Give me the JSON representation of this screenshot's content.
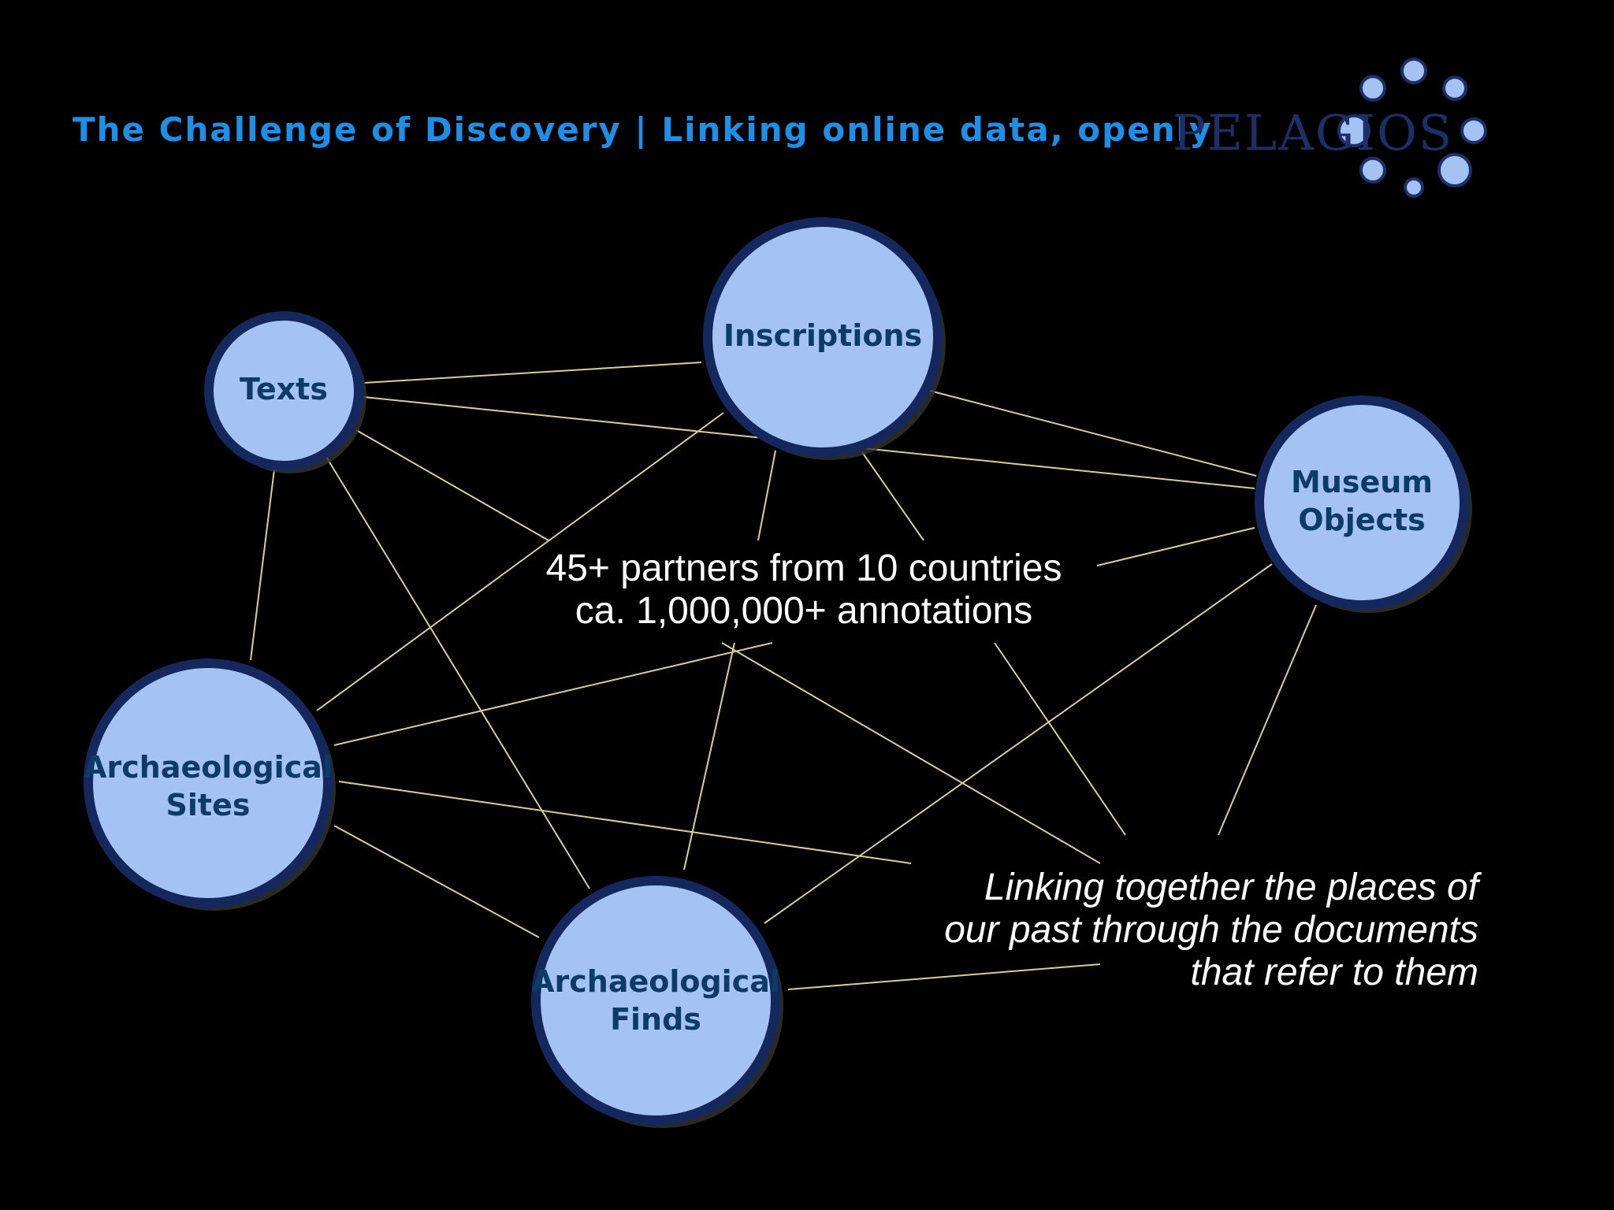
{
  "slide": {
    "title": "The Challenge of Discovery | Linking online data, openly",
    "logo_text": "PELAGIOS",
    "stats": {
      "line1": "45+ partners from 10 countries",
      "line2": "ca. 1,000,000+ annotations"
    },
    "tagline": {
      "line1": "Linking together the places of",
      "line2": "our past through the documents",
      "line3": "that refer to them"
    }
  },
  "colors": {
    "background": "#000000",
    "title": "#1e8fe6",
    "node_fill": "#a4c2f4",
    "node_border": "#14285e",
    "node_text": "#0d3b68",
    "link_line": "#d8cf96",
    "logo_text": "#1c2f66",
    "logo_dots": "#a4c2f4"
  },
  "nodes": [
    {
      "id": "texts",
      "lines": [
        "Texts"
      ]
    },
    {
      "id": "inscriptions",
      "lines": [
        "Inscriptions"
      ]
    },
    {
      "id": "museum-objects",
      "lines": [
        "Museum",
        "Objects"
      ]
    },
    {
      "id": "archaeological-sites",
      "lines": [
        "Archaeological",
        "Sites"
      ]
    },
    {
      "id": "archaeological-finds",
      "lines": [
        "Archaeological",
        "Finds"
      ]
    }
  ]
}
